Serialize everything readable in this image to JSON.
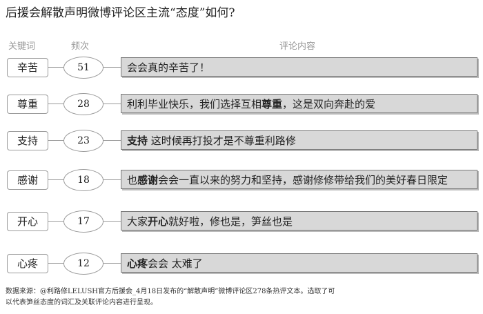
{
  "title": "后援会解散声明微博评论区主流“态度”如何?",
  "headers": {
    "keyword": "关键词",
    "frequency": "频次",
    "comment": "评论内容"
  },
  "rows": [
    {
      "keyword": "辛苦",
      "frequency": "51",
      "pre": "会会真的辛苦了！",
      "bold": "",
      "post": ""
    },
    {
      "keyword": "尊重",
      "frequency": "28",
      "pre": "利利毕业快乐，我们选择互相",
      "bold": "尊重",
      "post": "，这是双向奔赴的爱"
    },
    {
      "keyword": "支持",
      "frequency": "23",
      "pre": "",
      "bold": "支持",
      "post": " 这时候再打投才是不尊重利路修"
    },
    {
      "keyword": "感谢",
      "frequency": "18",
      "pre": "也",
      "bold": "感谢",
      "post": "会会一直以来的努力和坚持，感谢修修带给我们的美好春日限定"
    },
    {
      "keyword": "开心",
      "frequency": "17",
      "pre": "大家",
      "bold": "开心",
      "post": "就好啦，修也是，笋丝也是"
    },
    {
      "keyword": "心疼",
      "frequency": "12",
      "pre": "",
      "bold": "心疼",
      "post": "会会 太难了"
    }
  ],
  "footnote": {
    "line1": "数据来源：@利路修LELUSH官方后援会_4月18日发布的“解散声明”微博评论区278条热评文本。选取了可",
    "line2": "以代表笋丝态度的词汇及关联评论内容进行呈现。"
  }
}
